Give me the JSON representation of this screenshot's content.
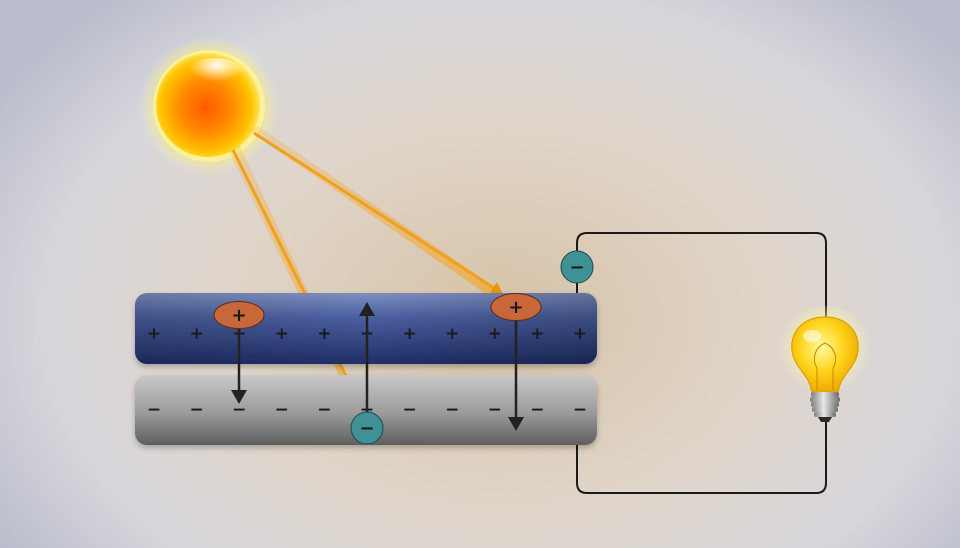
{
  "scene": {
    "layers": [
      {
        "type": "p-type",
        "charge_symbol": "+"
      },
      {
        "type": "n-type",
        "charge_symbol": "−"
      }
    ],
    "carriers": [
      {
        "kind": "hole",
        "symbol": "+",
        "color": "#c8673a"
      },
      {
        "kind": "electron",
        "symbol": "−",
        "color": "#3f9196"
      }
    ],
    "colors": {
      "p_layer": "#3a4e8c",
      "n_layer": "#8f8f8f",
      "sunlight": "#f0a020",
      "wire": "#1a1a1a",
      "bulb": "#ffd21a"
    },
    "icons": [
      "sun-icon",
      "light-bulb-icon"
    ]
  }
}
